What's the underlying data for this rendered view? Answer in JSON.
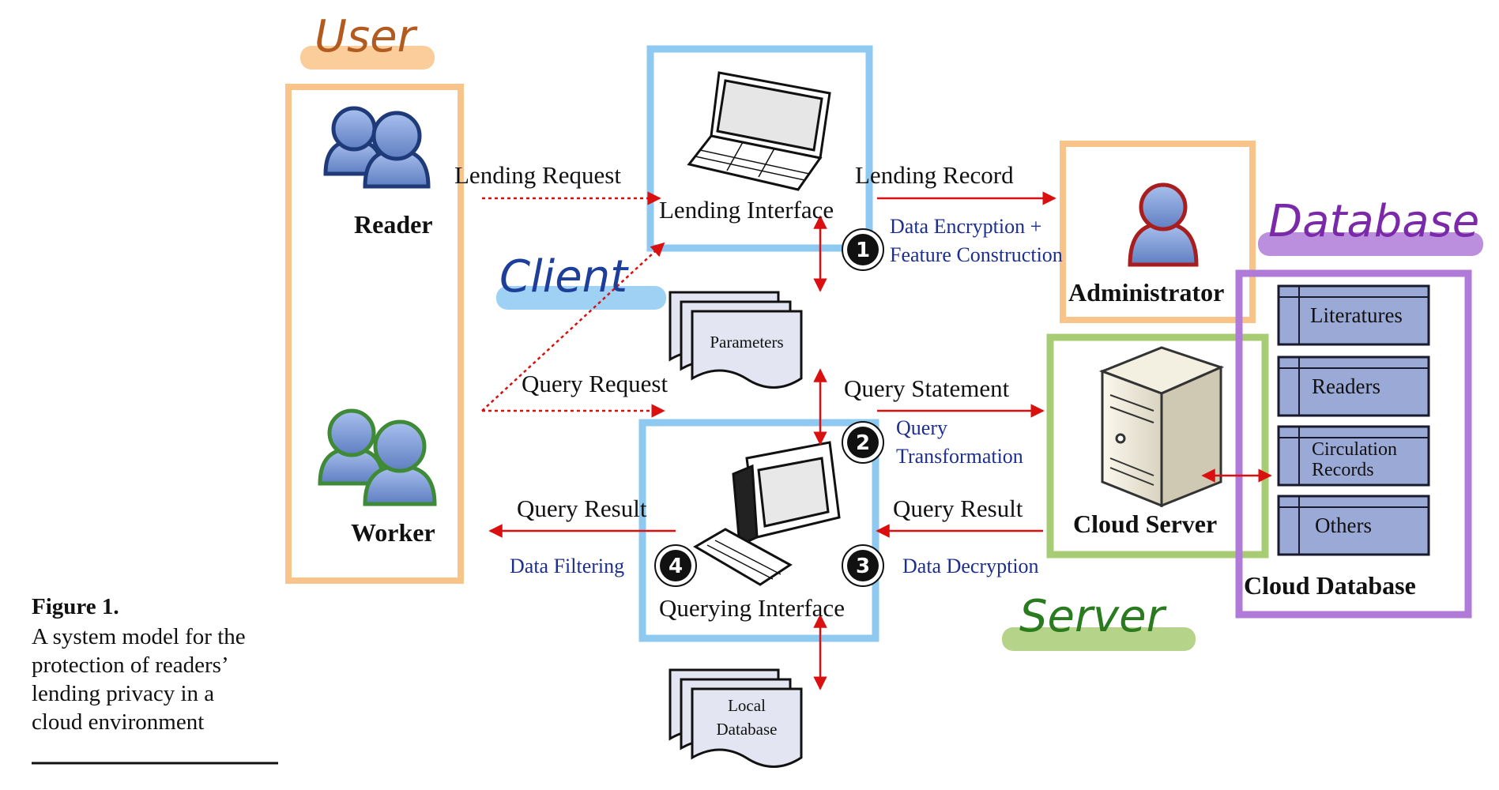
{
  "labels": {
    "user": "User",
    "client": "Client",
    "server": "Server",
    "database": "Database"
  },
  "actors": {
    "reader": "Reader",
    "worker": "Worker",
    "administrator": "Administrator",
    "cloud_server": "Cloud Server",
    "cloud_database": "Cloud Database"
  },
  "interfaces": {
    "lending": "Lending Interface",
    "querying": "Querying Interface"
  },
  "documents": {
    "parameters": "Parameters",
    "local_db_line1": "Local",
    "local_db_line2": "Database"
  },
  "flows": {
    "lending_request": "Lending Request",
    "lending_record": "Lending Record",
    "query_request": "Query Request",
    "query_statement": "Query Statement",
    "query_result_left": "Query Result",
    "query_result_right": "Query Result"
  },
  "steps": {
    "s1_num": "1",
    "s1_line1": "Data Encryption +",
    "s1_line2": "Feature Construction",
    "s2_num": "2",
    "s2_line1": "Query",
    "s2_line2": "Transformation",
    "s3_num": "3",
    "s3_text": "Data Decryption",
    "s4_num": "4",
    "s4_text": "Data Filtering"
  },
  "db_tables": {
    "t1": "Literatures",
    "t2": "Readers",
    "t3_line1": "Circulation",
    "t3_line2": "Records",
    "t4": "Others"
  },
  "caption": {
    "title": "Figure 1.",
    "line1": "A system model for the",
    "line2": "protection of readers’",
    "line3": "lending privacy in a",
    "line4": "cloud environment"
  },
  "colors": {
    "user_box": "#f9c48a",
    "client_box": "#8ec9f2",
    "server_box": "#a8cc74",
    "database_box": "#b07ad8",
    "arrow_red": "#d90f10",
    "step_text_blue": "#1c2f8f",
    "person_blue": "#6f8fcf",
    "reader_outline": "#1e3a78",
    "worker_outline": "#3f8a36",
    "admin_outline": "#a81d1d",
    "table_fill": "#9ba9d6"
  },
  "icons": {
    "reader": "reader-people-icon",
    "worker": "worker-people-icon",
    "administrator": "administrator-person-icon",
    "lending": "laptop-icon",
    "querying": "desktop-computer-icon",
    "server": "server-tower-icon"
  }
}
